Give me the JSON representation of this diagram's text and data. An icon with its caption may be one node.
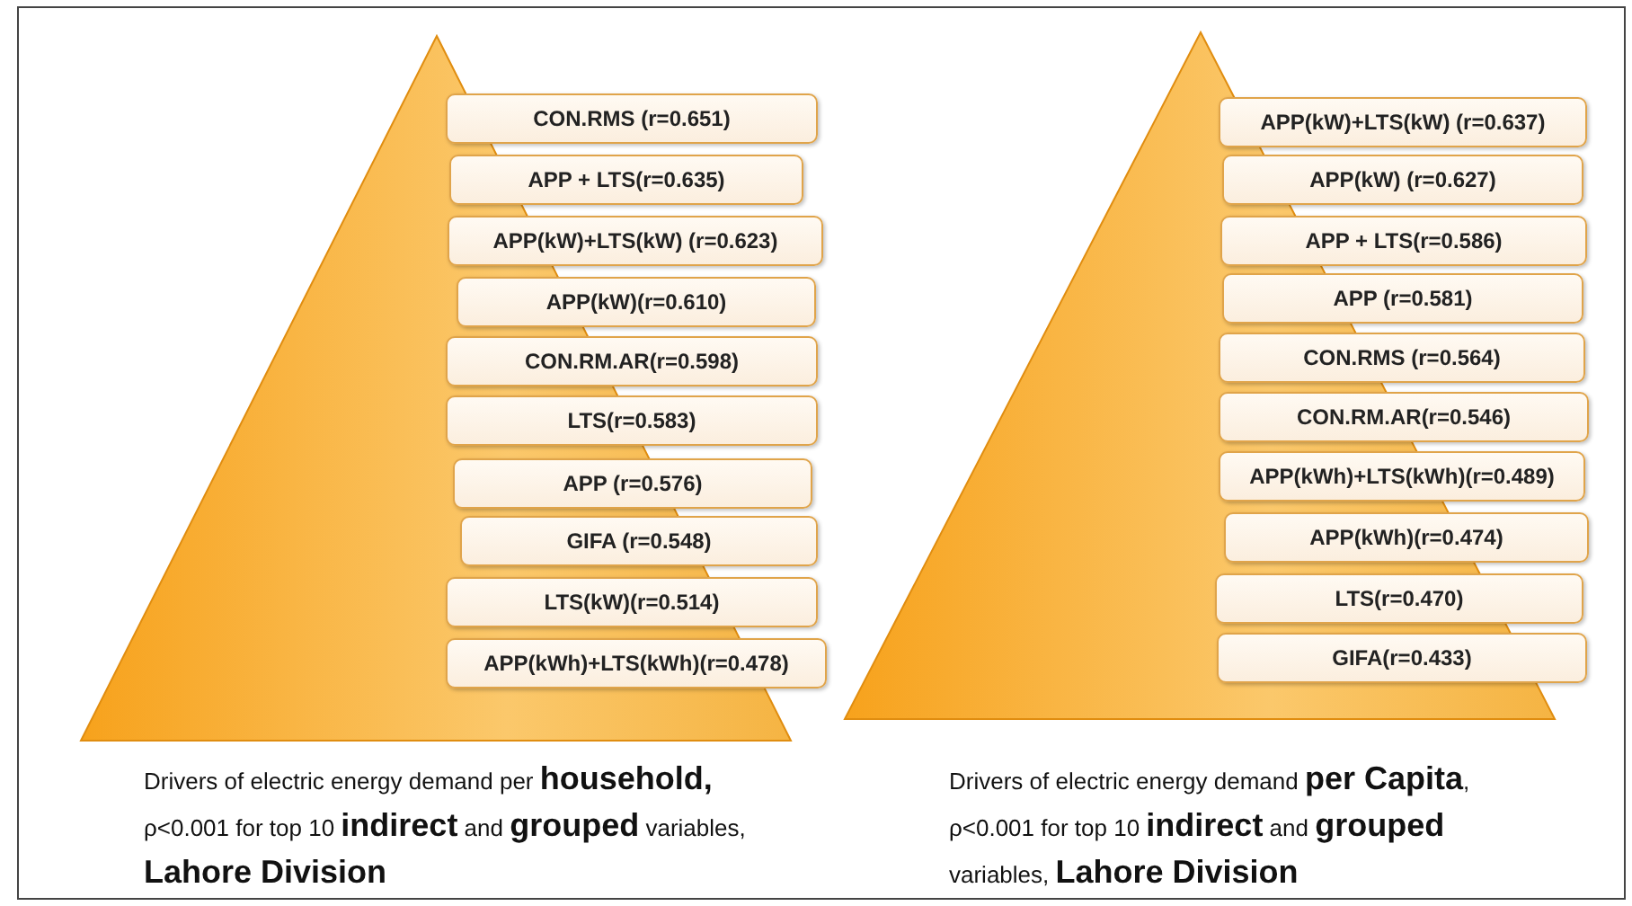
{
  "diagram": {
    "nodes": [
      {
        "text": [
          "CON.RMS (r=0.651)"
        ]
      },
      {
        "text": [
          "APP + LTS(r=0.635)"
        ]
      },
      {
        "text": [
          "APP(kW)+LTS(kW) (r=0.623)"
        ]
      },
      {
        "text": [
          "APP(kW)(r=0.610)"
        ]
      },
      {
        "text": [
          "CON.RM.AR(r=0.598)"
        ]
      },
      {
        "text": [
          "LTS(r=0.583)"
        ]
      },
      {
        "text": [
          "APP (r=0.576)"
        ]
      },
      {
        "text": [
          "GIFA (r=0.548)"
        ]
      },
      {
        "text": [
          "LTS(kW)(r=0.514)"
        ]
      },
      {
        "text": [
          "APP(kWh)+LTS(kWh)(r=0.478)"
        ]
      },
      {
        "text": [
          "APP(kW)+LTS(kW) (r=0.637)"
        ]
      },
      {
        "text": [
          "APP(kW) (r=0.627)"
        ]
      },
      {
        "text": [
          "APP + LTS(r=0.586)"
        ]
      },
      {
        "text": [
          "APP (r=0.581)"
        ]
      },
      {
        "text": [
          "CON.RMS (r=0.564)"
        ]
      },
      {
        "text": [
          "CON.RM.AR(r=0.546)"
        ]
      },
      {
        "text": [
          "APP(kWh)+LTS(kWh)(r=0.489)"
        ]
      },
      {
        "text": [
          "APP(kWh)(r=0.474)"
        ]
      },
      {
        "text": [
          "LTS(r=0.470)"
        ]
      },
      {
        "text": [
          "GIFA(r=0.433)"
        ]
      }
    ],
    "edges": [],
    "labels": [
      "Drivers of electric energy demand per **household,** ρ<0.001 for top 10 **indirect** and **grouped** variables, **Lahore Division**",
      "Drivers of electric energy demand **per Capita**, ρ<0.001 for top 10 **indirect** and **grouped** variables, **Lahore Division**"
    ]
  }
}
